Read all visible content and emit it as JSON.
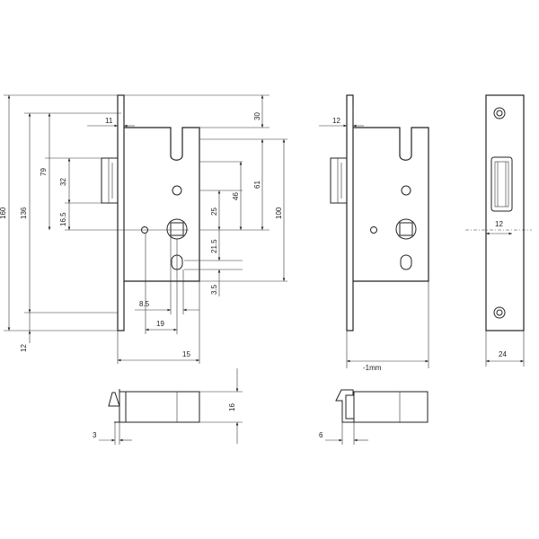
{
  "dimensions": {
    "d160": "160",
    "d136": "136",
    "d79": "79",
    "d32": "32",
    "d16_5": "16.5",
    "d12_bottom": "12",
    "d11": "11",
    "d30": "30",
    "d61": "61",
    "d46": "46",
    "d100": "100",
    "d25": "25",
    "d21_5": "21.5",
    "d3_5": "3.5",
    "d8_5": "8.5",
    "d19": "19",
    "d15": "15",
    "d12_top": "12",
    "d1mm": "-1mm",
    "d12_front": "12",
    "d24": "24",
    "d16": "16",
    "d3": "3",
    "d6": "6"
  }
}
